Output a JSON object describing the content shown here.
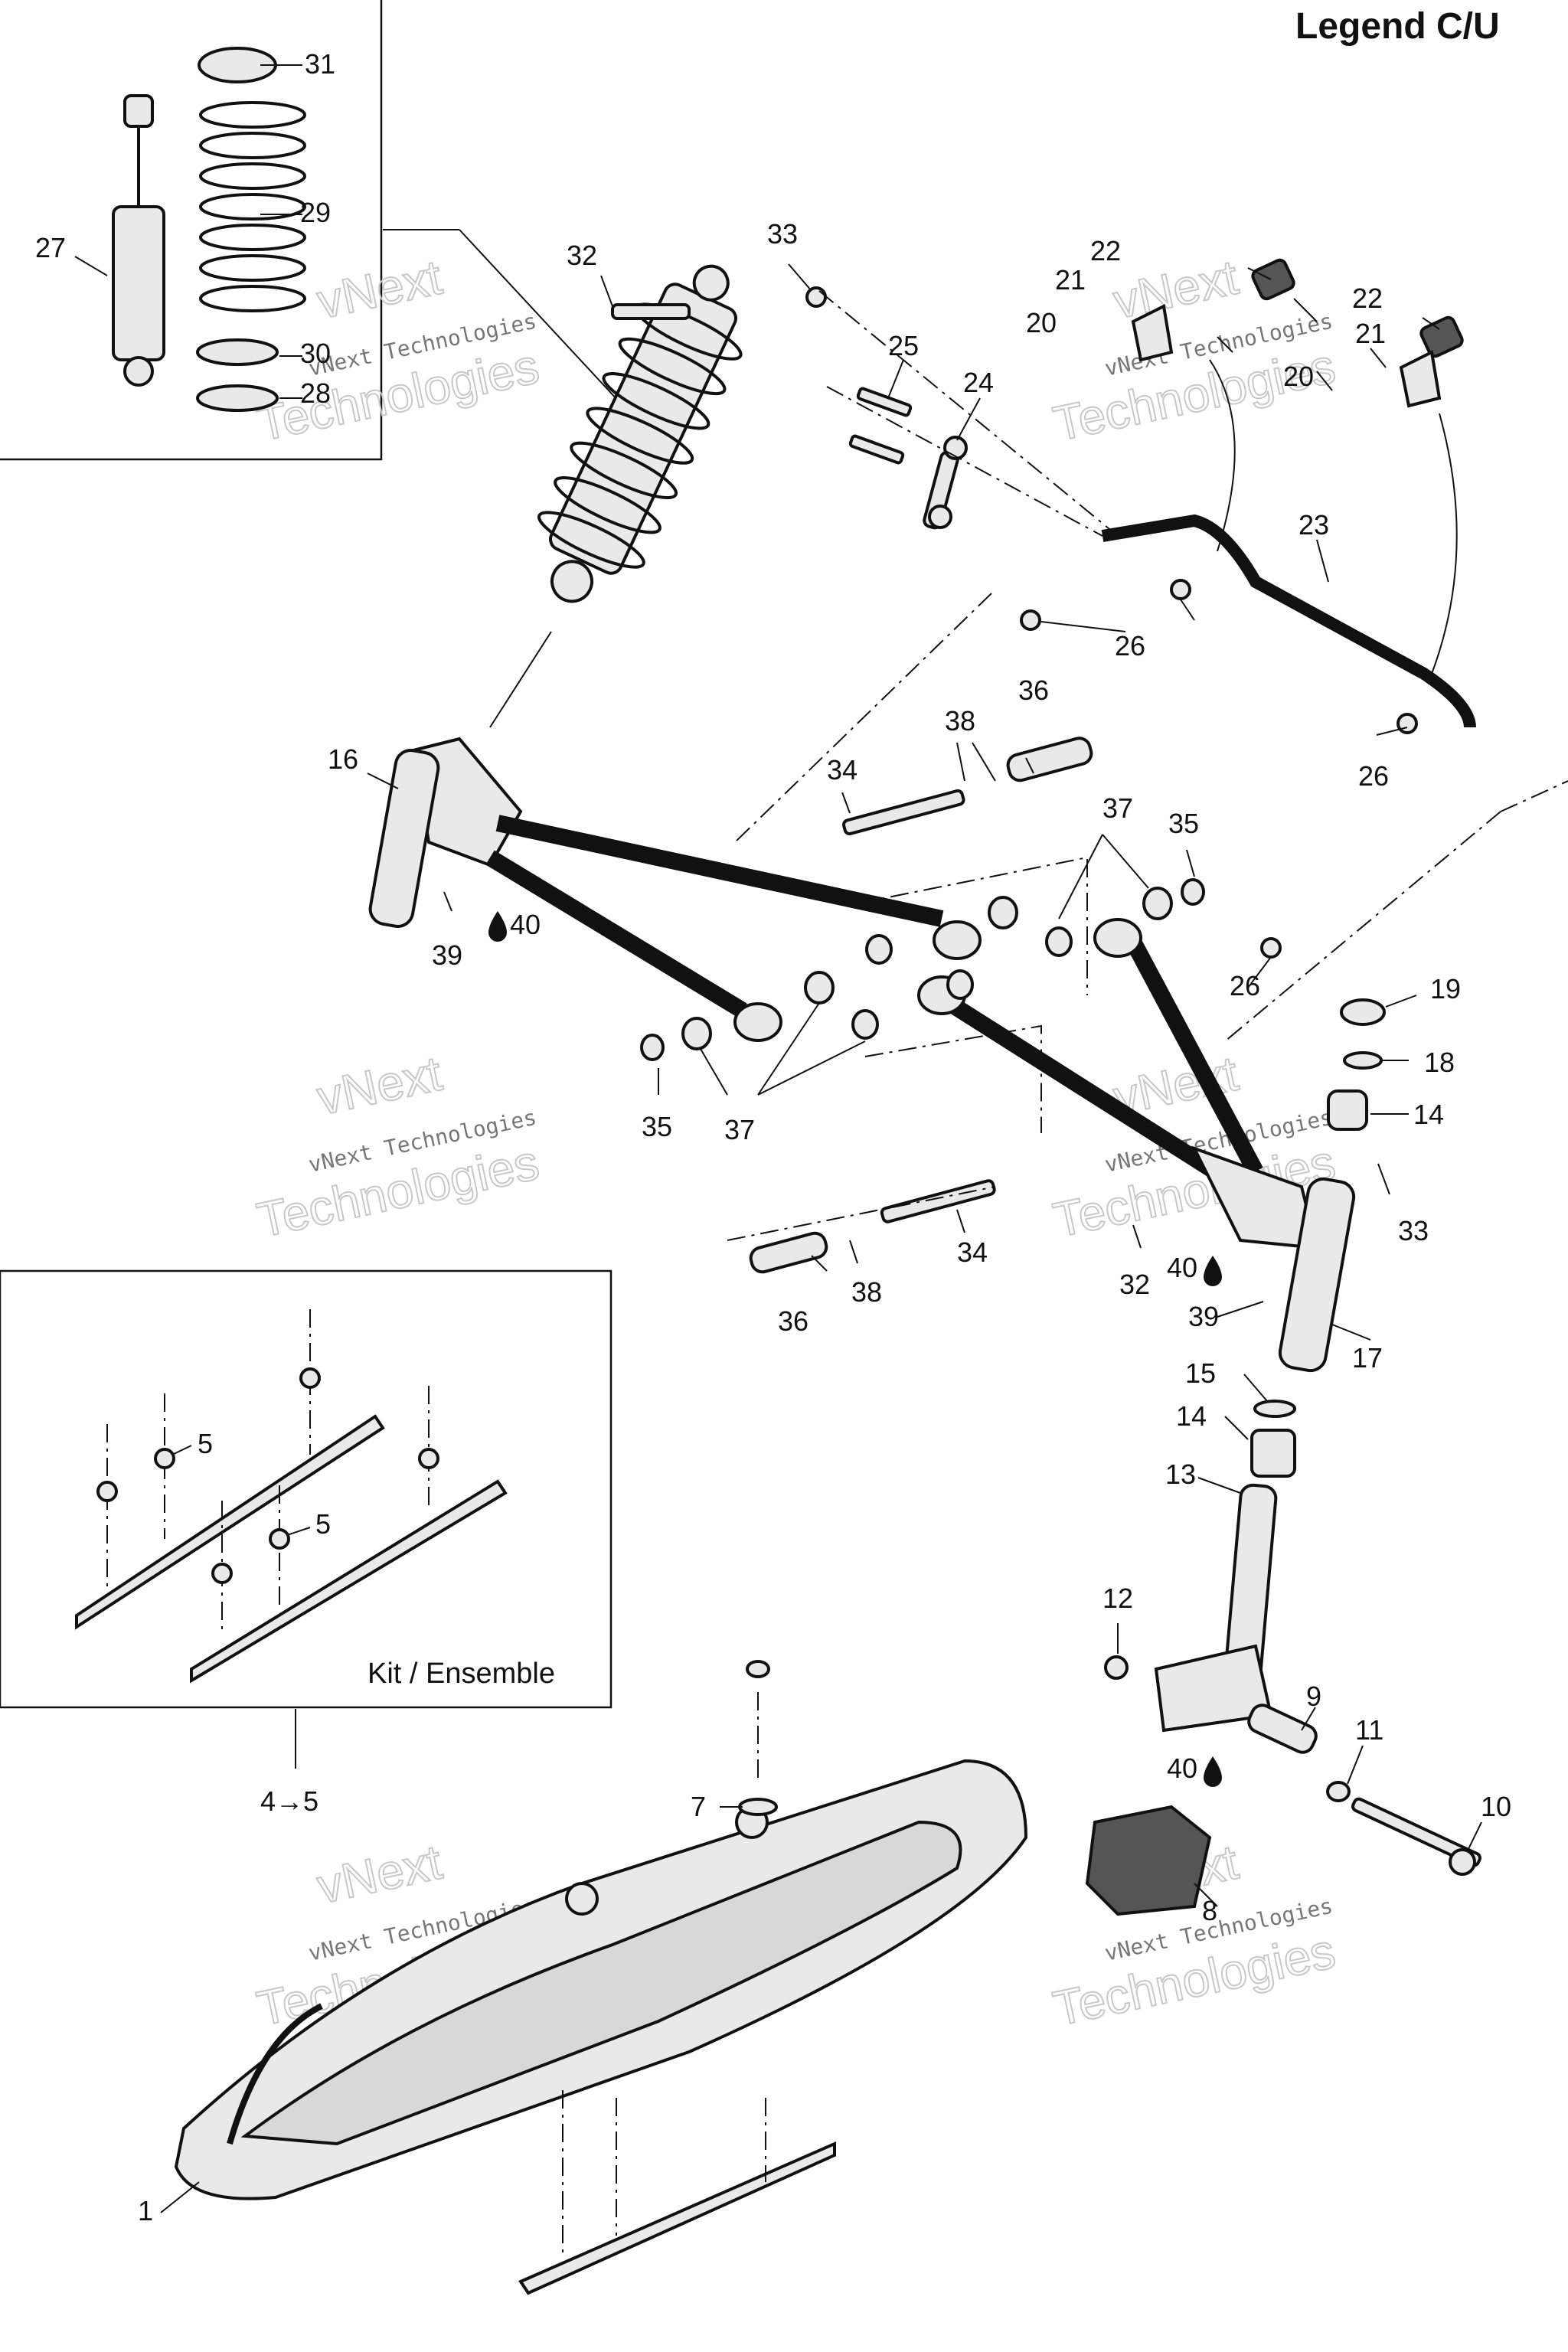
{
  "header": {
    "title": "Legend C/U"
  },
  "kit_box": {
    "label": "Kit / Ensemble",
    "range_label": "4→5"
  },
  "watermark": {
    "line1": "vNext",
    "line2": "vNext Technologies",
    "line3": "Technologies"
  },
  "callouts": [
    "1",
    "5",
    "5",
    "7",
    "8",
    "9",
    "10",
    "11",
    "12",
    "13",
    "14",
    "14",
    "15",
    "16",
    "17",
    "18",
    "19",
    "20",
    "20",
    "21",
    "21",
    "22",
    "22",
    "23",
    "24",
    "25",
    "26",
    "26",
    "26",
    "27",
    "28",
    "29",
    "30",
    "31",
    "32",
    "32",
    "33",
    "33",
    "34",
    "34",
    "35",
    "35",
    "36",
    "36",
    "37",
    "37",
    "38",
    "38",
    "39",
    "39",
    "40",
    "40",
    "40"
  ],
  "icons": {
    "lubricant": "oil-drop-icon"
  }
}
